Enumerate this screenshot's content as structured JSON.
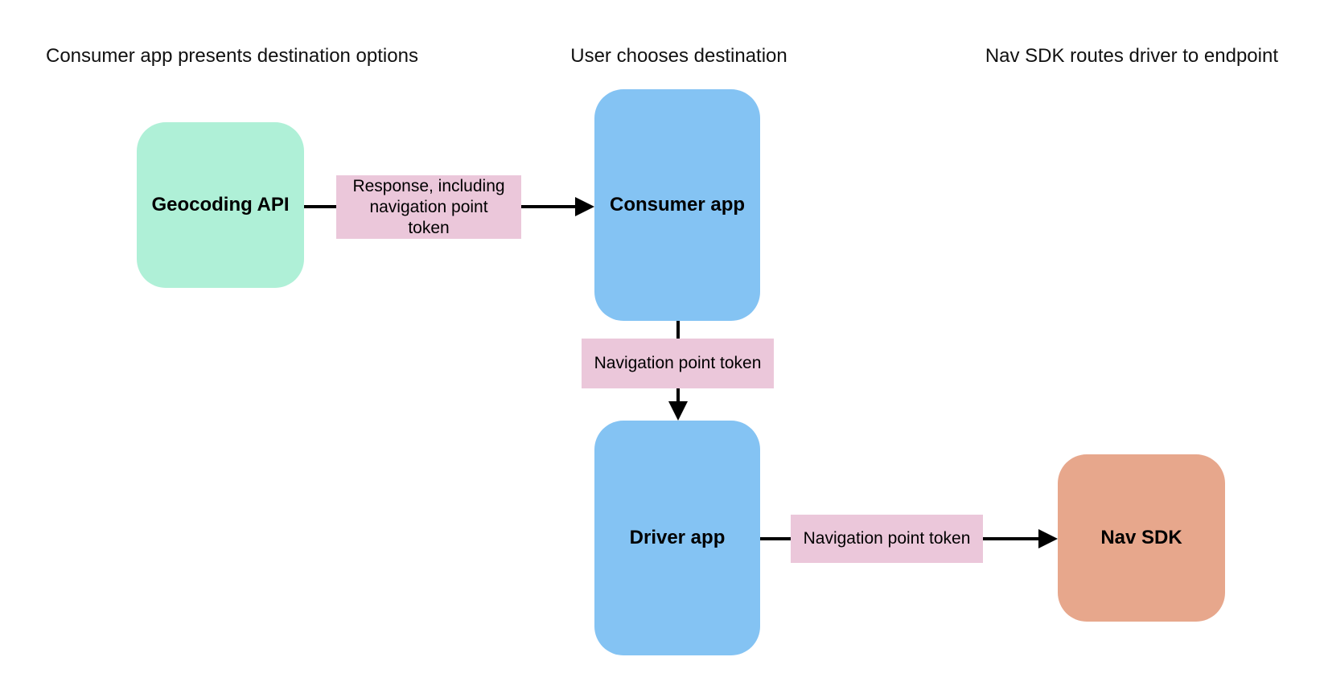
{
  "canvas": {
    "background": "#ffffff"
  },
  "headings": [
    {
      "text": "Consumer app presents destination options"
    },
    {
      "text": "User chooses destination"
    },
    {
      "text": "Nav SDK routes driver to endpoint"
    }
  ],
  "nodes": [
    {
      "id": "geocoding-api",
      "label": "Geocoding API",
      "fill": "#aff0d7"
    },
    {
      "id": "consumer-app",
      "label": "Consumer app",
      "fill": "#84c3f3"
    },
    {
      "id": "driver-app",
      "label": "Driver app",
      "fill": "#84c3f3"
    },
    {
      "id": "nav-sdk",
      "label": "Nav SDK",
      "fill": "#e7a78c"
    }
  ],
  "edge_labels": [
    {
      "text": "Response, including navigation point token",
      "fill": "#ebc7da"
    },
    {
      "text": "Navigation point token",
      "fill": "#ebc7da"
    },
    {
      "text": "Navigation point token",
      "fill": "#ebc7da"
    }
  ],
  "edges": [
    {
      "from": "geocoding-api",
      "to": "consumer-app",
      "label": "Response, including navigation point token"
    },
    {
      "from": "consumer-app",
      "to": "driver-app",
      "label": "Navigation point token"
    },
    {
      "from": "driver-app",
      "to": "nav-sdk",
      "label": "Navigation point token"
    }
  ],
  "colors": {
    "arrow": "#000000",
    "text": "#000000",
    "node_green": "#aff0d7",
    "node_blue": "#84c3f3",
    "node_orange": "#e7a78c",
    "edge_label_pink": "#ebc7da"
  }
}
